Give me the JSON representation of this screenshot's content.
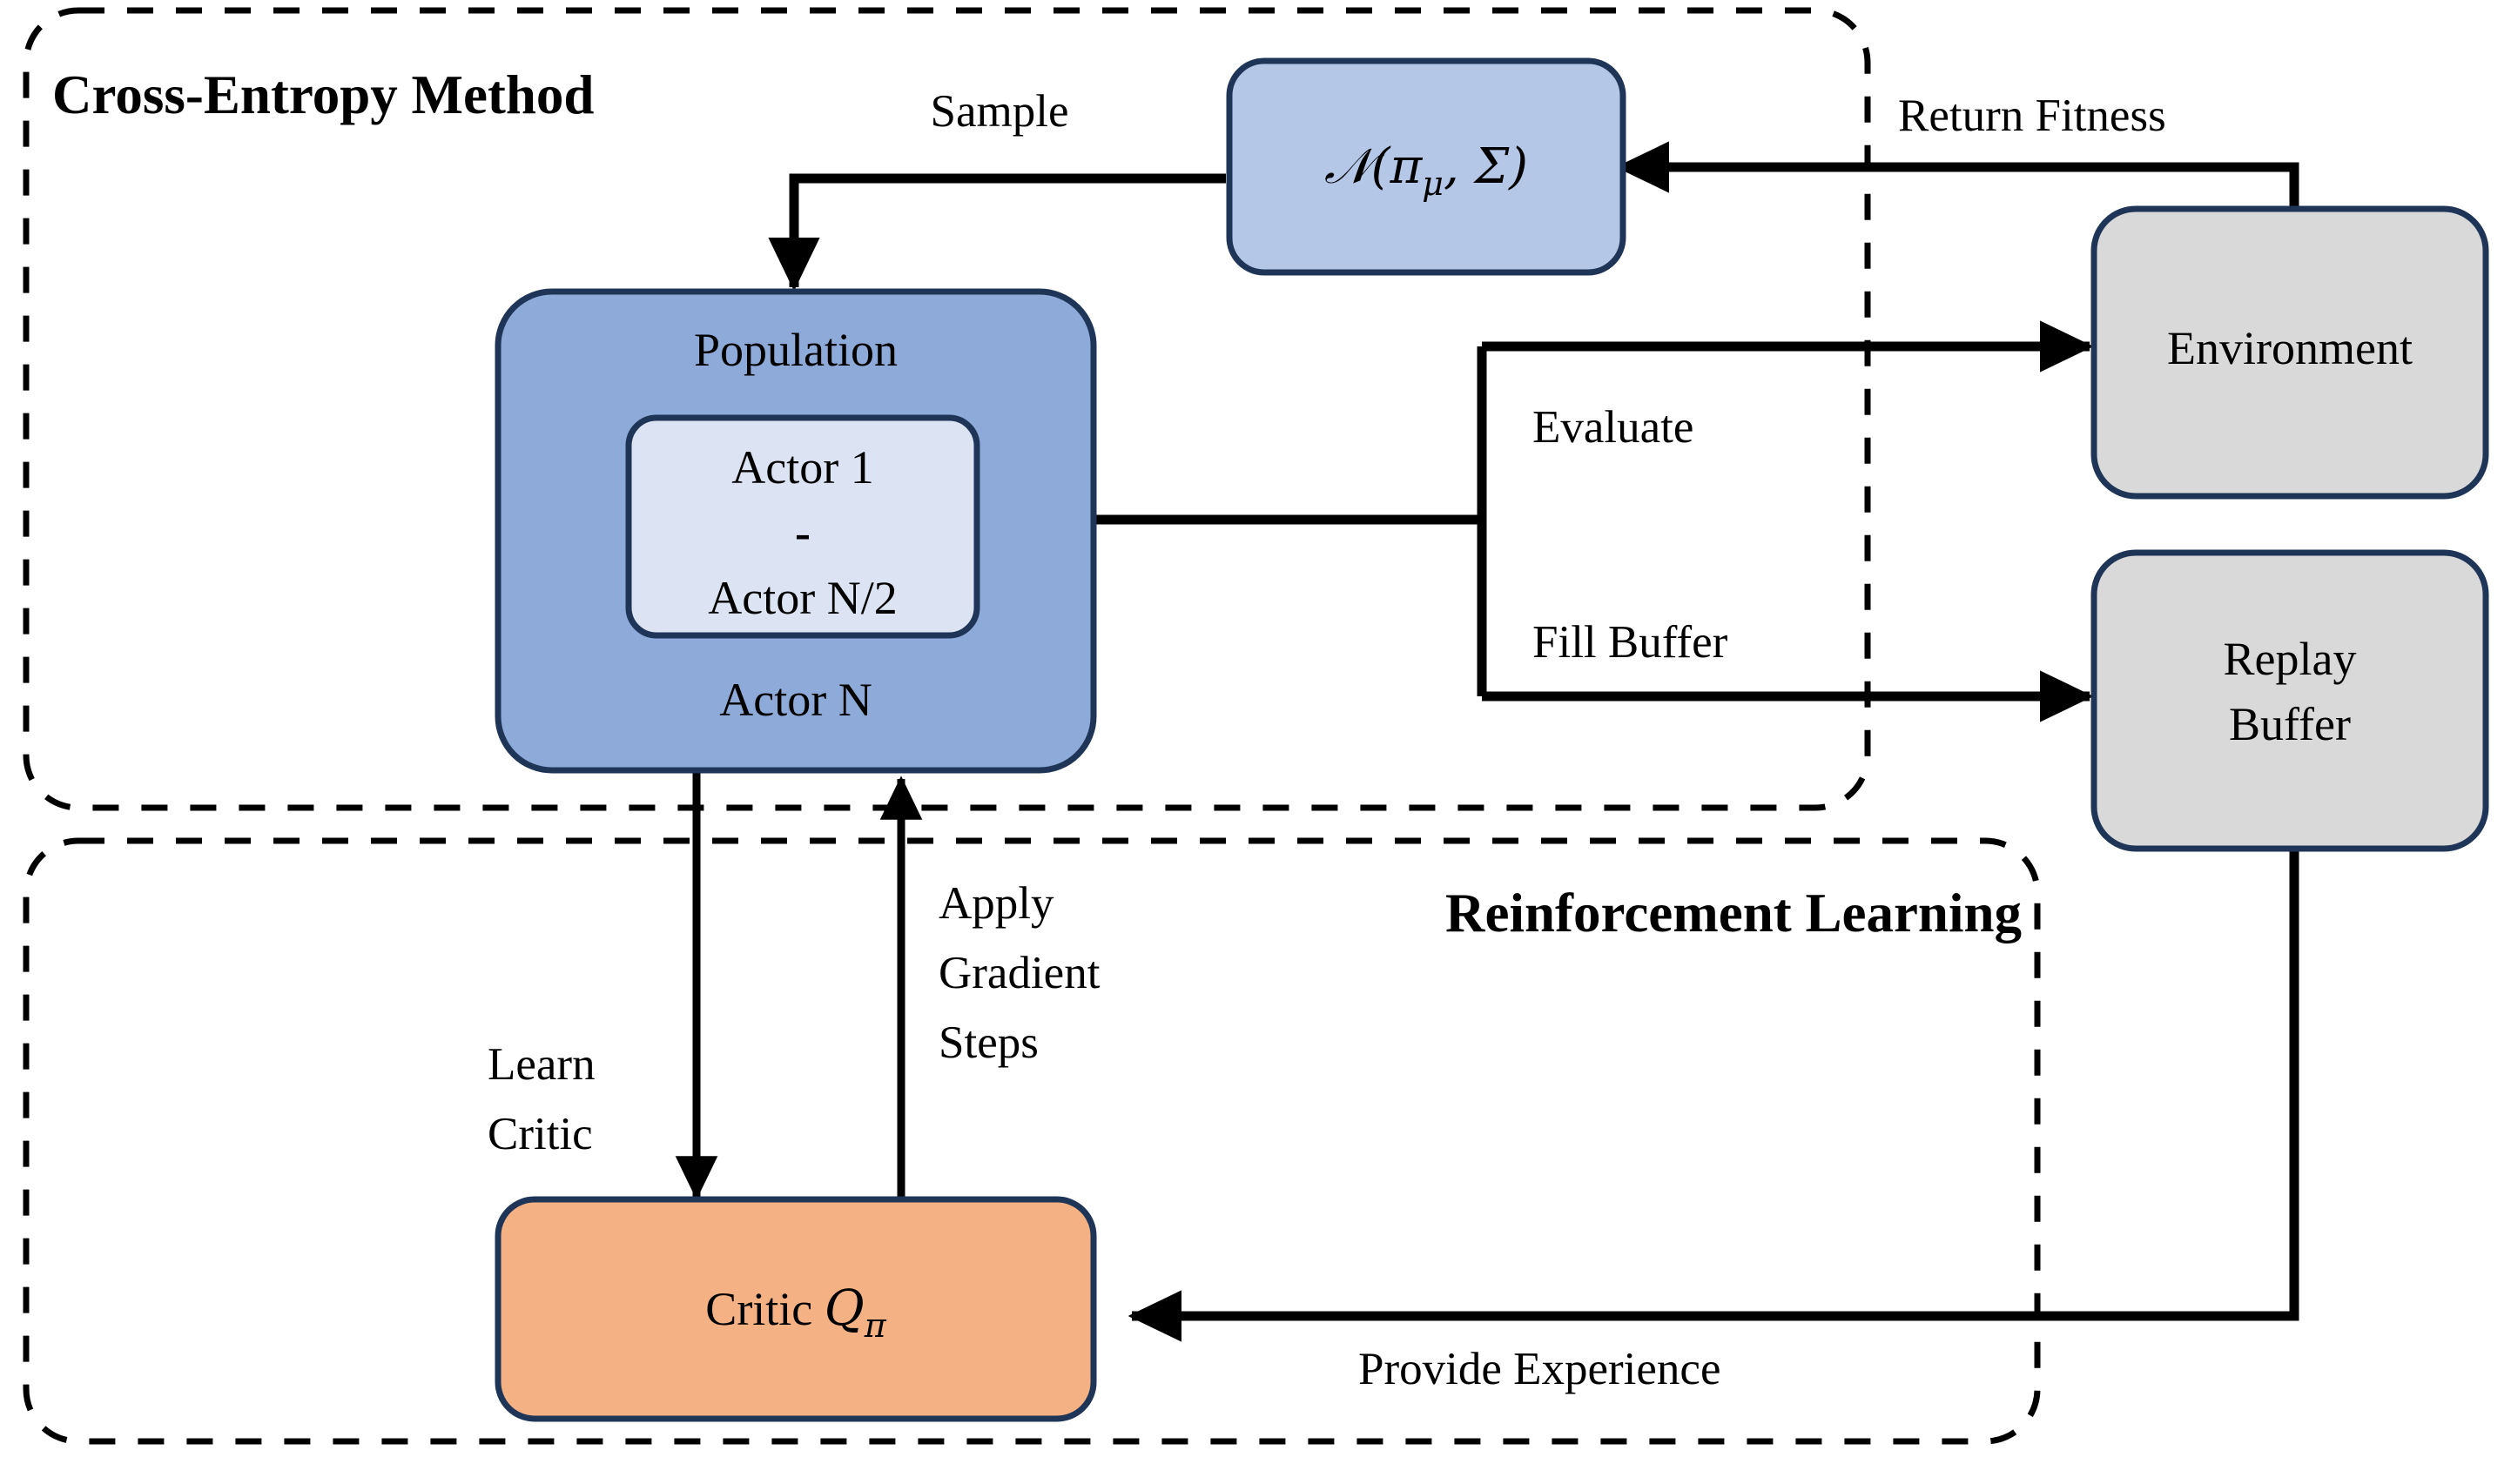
{
  "diagram": {
    "title": "CEM-RL architecture diagram",
    "groups": [
      {
        "id": "cem",
        "label": "Cross-Entropy Method"
      },
      {
        "id": "rl",
        "label": "Reinforcement Learning"
      }
    ],
    "nodes": {
      "gaussian": {
        "label": "𝒩(",
        "math_var": "π",
        "math_sub": "μ",
        "math_tail": ", Σ)",
        "color": "#b4c7e7"
      },
      "population": {
        "label": "Population",
        "color": "#8daad8"
      },
      "population_inner": {
        "line1": "Actor 1",
        "line2": "-",
        "line3": "Actor N/2",
        "color": "#dce4f3"
      },
      "actor_n": {
        "label": "Actor N"
      },
      "environment": {
        "label": "Environment",
        "color": "#d9d9d9"
      },
      "replay_buffer": {
        "line1": "Replay",
        "line2": "Buffer",
        "color": "#d9d9d9"
      },
      "critic": {
        "label": "Critic ",
        "math_var": "Q",
        "math_sub": "π",
        "color": "#f4b183"
      }
    },
    "edges": {
      "sample": "Sample",
      "return_fitness": "Return Fitness",
      "evaluate": "Evaluate",
      "fill_buffer": "Fill Buffer",
      "learn_critic_line1": "Learn",
      "learn_critic_line2": "Critic",
      "apply_gradient_line1": "Apply",
      "apply_gradient_line2": "Gradient",
      "apply_gradient_line3": "Steps",
      "provide_experience": "Provide Experience"
    },
    "colors": {
      "outline": "#1f3557",
      "arrow": "#000000",
      "background": "#ffffff"
    }
  }
}
